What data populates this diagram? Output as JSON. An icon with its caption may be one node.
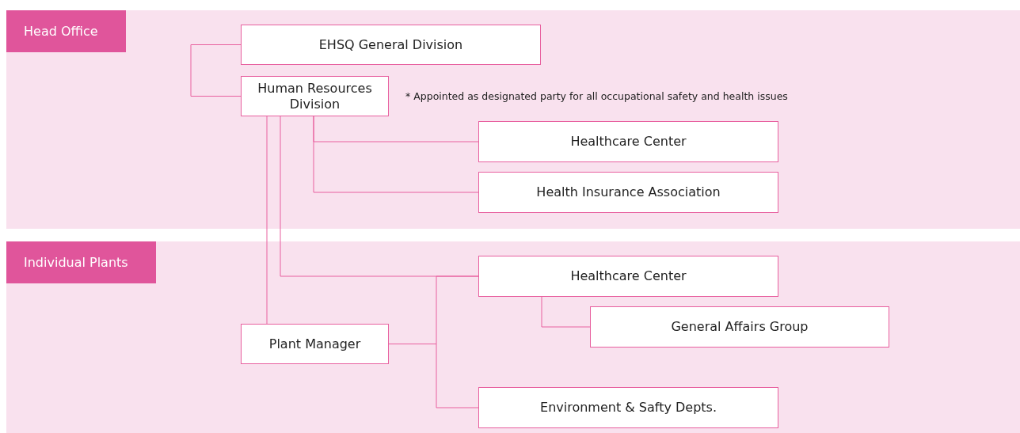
{
  "diagram": {
    "nodes": [
      {
        "text": [
          "Head Office"
        ]
      },
      {
        "text": [
          "EHSQ General Division"
        ],
        "in": 0
      },
      {
        "text": [
          "Human Resources Division"
        ],
        "in": 0,
        "beside": [
          "* Appointed as designated party for all occupational safety and health issues"
        ]
      },
      {
        "text": [
          "Healthcare Center"
        ],
        "in": 0
      },
      {
        "text": [
          "Health Insurance Association"
        ],
        "in": 0
      },
      {
        "text": [
          "Individual Plants"
        ]
      },
      {
        "text": [
          "Healthcare Center"
        ],
        "in": 5
      },
      {
        "text": [
          "General Affairs Group"
        ],
        "in": 5
      },
      {
        "text": [
          "Plant Manager"
        ],
        "in": 5
      },
      {
        "text": [
          "Environment & Safty Depts."
        ],
        "in": 5
      }
    ],
    "edges": [
      {
        "from": 1,
        "to": 2,
        "arrow": "none"
      },
      {
        "from": 2,
        "to": 3,
        "arrow": "none"
      },
      {
        "from": 2,
        "to": 4,
        "arrow": "none"
      },
      {
        "from": 2,
        "to": 6,
        "arrow": "none"
      },
      {
        "from": 2,
        "to": 8,
        "arrow": "none"
      },
      {
        "from": 8,
        "to": 6,
        "arrow": "none"
      },
      {
        "from": 8,
        "to": 9,
        "arrow": "none"
      },
      {
        "from": 6,
        "to": 7,
        "arrow": "none"
      }
    ]
  }
}
